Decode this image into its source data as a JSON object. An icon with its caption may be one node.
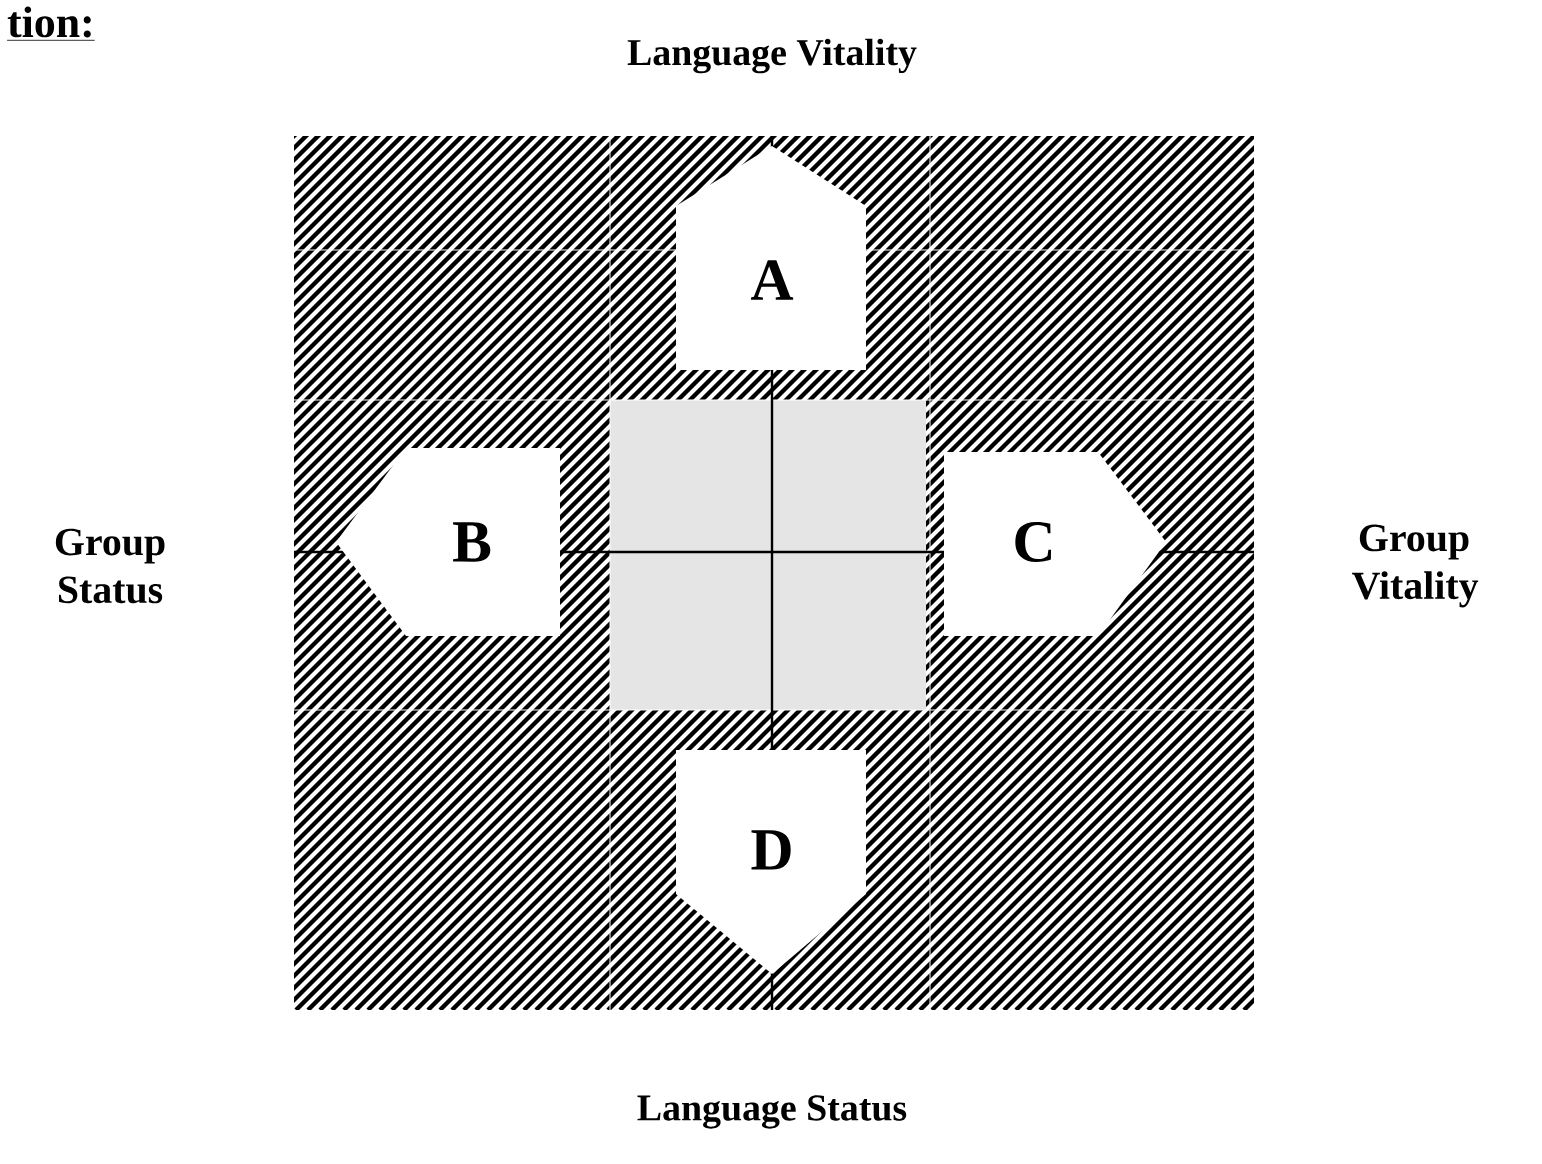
{
  "diagram": {
    "nodes": [
      {
        "text": [
          "A"
        ]
      },
      {
        "text": [
          "B"
        ]
      },
      {
        "text": [
          "C"
        ]
      },
      {
        "text": [
          "D"
        ]
      }
    ],
    "labels": [
      "tion:",
      "Language Vitality",
      "Group Status",
      "Group Vitality",
      "Language Status"
    ]
  }
}
